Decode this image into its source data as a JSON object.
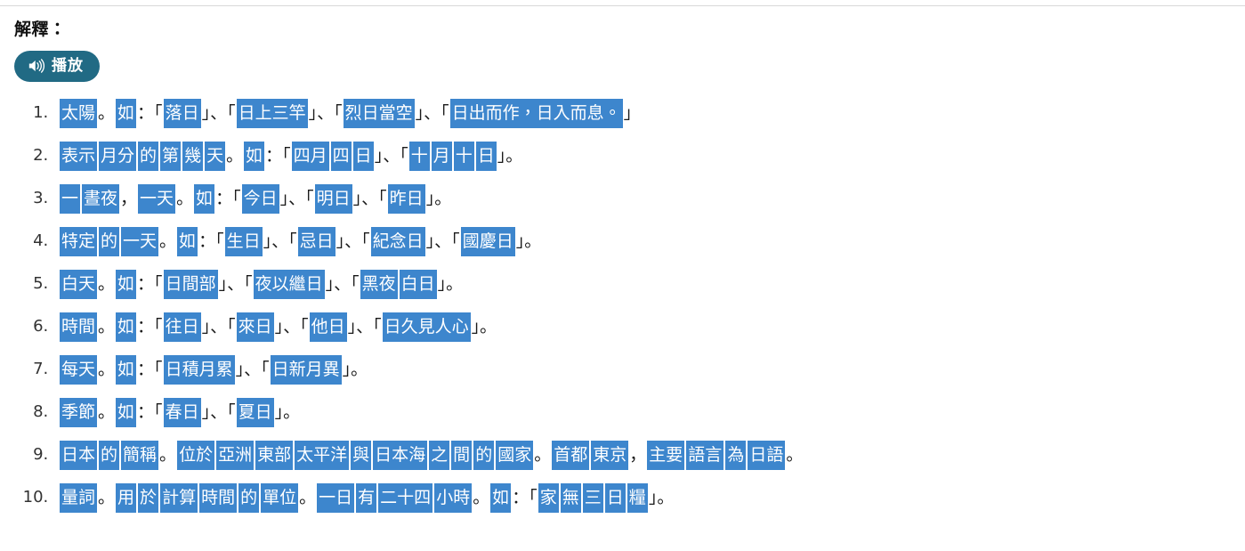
{
  "section": {
    "title": "解釋："
  },
  "play": {
    "label": "播放",
    "icon": "speaker-icon",
    "bg_color": "#216a84",
    "text_color": "#ffffff"
  },
  "colors": {
    "highlight_bg": "#3d86cd",
    "highlight_text": "#ffffff",
    "body_text": "#1a1a1a",
    "rule": "#d8d8d8"
  },
  "senses": [
    {
      "number": "1.",
      "tokens": [
        {
          "t": "太陽",
          "h": true
        },
        {
          "t": "。",
          "h": false
        },
        {
          "t": "如",
          "h": true
        },
        {
          "t": "：「",
          "h": false
        },
        {
          "t": "落日",
          "h": true
        },
        {
          "t": "」、「",
          "h": false
        },
        {
          "t": "日上三竿",
          "h": true
        },
        {
          "t": "」、「",
          "h": false
        },
        {
          "t": "烈日當空",
          "h": true
        },
        {
          "t": "」、「",
          "h": false
        },
        {
          "t": "日出而作，日入而息。",
          "h": true
        },
        {
          "t": "」",
          "h": false
        }
      ]
    },
    {
      "number": "2.",
      "tokens": [
        {
          "t": "表示",
          "h": true
        },
        {
          "t": "月分",
          "h": true
        },
        {
          "t": "的",
          "h": true
        },
        {
          "t": "第",
          "h": true
        },
        {
          "t": "幾",
          "h": true
        },
        {
          "t": "天",
          "h": true
        },
        {
          "t": "。",
          "h": false
        },
        {
          "t": "如",
          "h": true
        },
        {
          "t": "：「",
          "h": false
        },
        {
          "t": "四月",
          "h": true
        },
        {
          "t": "四",
          "h": true
        },
        {
          "t": "日",
          "h": true
        },
        {
          "t": "」、「",
          "h": false
        },
        {
          "t": "十",
          "h": true
        },
        {
          "t": "月",
          "h": true
        },
        {
          "t": "十",
          "h": true
        },
        {
          "t": "日",
          "h": true
        },
        {
          "t": "」。",
          "h": false
        }
      ]
    },
    {
      "number": "3.",
      "tokens": [
        {
          "t": "一",
          "h": true
        },
        {
          "t": "晝夜",
          "h": true
        },
        {
          "t": "，",
          "h": false
        },
        {
          "t": "一天",
          "h": true
        },
        {
          "t": "。",
          "h": false
        },
        {
          "t": "如",
          "h": true
        },
        {
          "t": "：「",
          "h": false
        },
        {
          "t": "今日",
          "h": true
        },
        {
          "t": "」、「",
          "h": false
        },
        {
          "t": "明日",
          "h": true
        },
        {
          "t": "」、「",
          "h": false
        },
        {
          "t": "昨日",
          "h": true
        },
        {
          "t": "」。",
          "h": false
        }
      ]
    },
    {
      "number": "4.",
      "tokens": [
        {
          "t": "特定",
          "h": true
        },
        {
          "t": "的",
          "h": true
        },
        {
          "t": "一天",
          "h": true
        },
        {
          "t": "。",
          "h": false
        },
        {
          "t": "如",
          "h": true
        },
        {
          "t": "：「",
          "h": false
        },
        {
          "t": "生日",
          "h": true
        },
        {
          "t": "」、「",
          "h": false
        },
        {
          "t": "忌日",
          "h": true
        },
        {
          "t": "」、「",
          "h": false
        },
        {
          "t": "紀念日",
          "h": true
        },
        {
          "t": "」、「",
          "h": false
        },
        {
          "t": "國慶日",
          "h": true
        },
        {
          "t": "」。",
          "h": false
        }
      ]
    },
    {
      "number": "5.",
      "tokens": [
        {
          "t": "白天",
          "h": true
        },
        {
          "t": "。",
          "h": false
        },
        {
          "t": "如",
          "h": true
        },
        {
          "t": "：「",
          "h": false
        },
        {
          "t": "日間部",
          "h": true
        },
        {
          "t": "」、「",
          "h": false
        },
        {
          "t": "夜以繼日",
          "h": true
        },
        {
          "t": "」、「",
          "h": false
        },
        {
          "t": "黑夜",
          "h": true
        },
        {
          "t": "白日",
          "h": true
        },
        {
          "t": "」。",
          "h": false
        }
      ]
    },
    {
      "number": "6.",
      "tokens": [
        {
          "t": "時間",
          "h": true
        },
        {
          "t": "。",
          "h": false
        },
        {
          "t": "如",
          "h": true
        },
        {
          "t": "：「",
          "h": false
        },
        {
          "t": "往日",
          "h": true
        },
        {
          "t": "」、「",
          "h": false
        },
        {
          "t": "來日",
          "h": true
        },
        {
          "t": "」、「",
          "h": false
        },
        {
          "t": "他日",
          "h": true
        },
        {
          "t": "」、「",
          "h": false
        },
        {
          "t": "日久見人心",
          "h": true
        },
        {
          "t": "」。",
          "h": false
        }
      ]
    },
    {
      "number": "7.",
      "tokens": [
        {
          "t": "每天",
          "h": true
        },
        {
          "t": "。",
          "h": false
        },
        {
          "t": "如",
          "h": true
        },
        {
          "t": "：「",
          "h": false
        },
        {
          "t": "日積月累",
          "h": true
        },
        {
          "t": "」、「",
          "h": false
        },
        {
          "t": "日新月異",
          "h": true
        },
        {
          "t": "」。",
          "h": false
        }
      ]
    },
    {
      "number": "8.",
      "tokens": [
        {
          "t": "季節",
          "h": true
        },
        {
          "t": "。",
          "h": false
        },
        {
          "t": "如",
          "h": true
        },
        {
          "t": "：「",
          "h": false
        },
        {
          "t": "春日",
          "h": true
        },
        {
          "t": "」、「",
          "h": false
        },
        {
          "t": "夏日",
          "h": true
        },
        {
          "t": "」。",
          "h": false
        }
      ]
    },
    {
      "number": "9.",
      "tokens": [
        {
          "t": "日本",
          "h": true
        },
        {
          "t": "的",
          "h": true
        },
        {
          "t": "簡稱",
          "h": true
        },
        {
          "t": "。",
          "h": false
        },
        {
          "t": "位於",
          "h": true
        },
        {
          "t": "亞洲",
          "h": true
        },
        {
          "t": "東部",
          "h": true
        },
        {
          "t": "太平洋",
          "h": true
        },
        {
          "t": "與",
          "h": true
        },
        {
          "t": "日本海",
          "h": true
        },
        {
          "t": "之",
          "h": true
        },
        {
          "t": "間",
          "h": true
        },
        {
          "t": "的",
          "h": true
        },
        {
          "t": "國家",
          "h": true
        },
        {
          "t": "。",
          "h": false
        },
        {
          "t": "首都",
          "h": true
        },
        {
          "t": "東京",
          "h": true
        },
        {
          "t": "，",
          "h": false
        },
        {
          "t": "主要",
          "h": true
        },
        {
          "t": "語言",
          "h": true
        },
        {
          "t": "為",
          "h": true
        },
        {
          "t": "日語",
          "h": true
        },
        {
          "t": "。",
          "h": false
        }
      ]
    },
    {
      "number": "10.",
      "tokens": [
        {
          "t": "量詞",
          "h": true
        },
        {
          "t": "。",
          "h": false
        },
        {
          "t": "用",
          "h": true
        },
        {
          "t": "於",
          "h": true
        },
        {
          "t": "計算",
          "h": true
        },
        {
          "t": "時間",
          "h": true
        },
        {
          "t": "的",
          "h": true
        },
        {
          "t": "單位",
          "h": true
        },
        {
          "t": "。",
          "h": false
        },
        {
          "t": "一日",
          "h": true
        },
        {
          "t": "有",
          "h": true
        },
        {
          "t": "二十四",
          "h": true
        },
        {
          "t": "小時",
          "h": true
        },
        {
          "t": "。",
          "h": false
        },
        {
          "t": "如",
          "h": true
        },
        {
          "t": "：「",
          "h": false
        },
        {
          "t": "家",
          "h": true
        },
        {
          "t": "無",
          "h": true
        },
        {
          "t": "三",
          "h": true
        },
        {
          "t": "日",
          "h": true
        },
        {
          "t": "糧",
          "h": true
        },
        {
          "t": "」。",
          "h": false
        }
      ]
    }
  ]
}
